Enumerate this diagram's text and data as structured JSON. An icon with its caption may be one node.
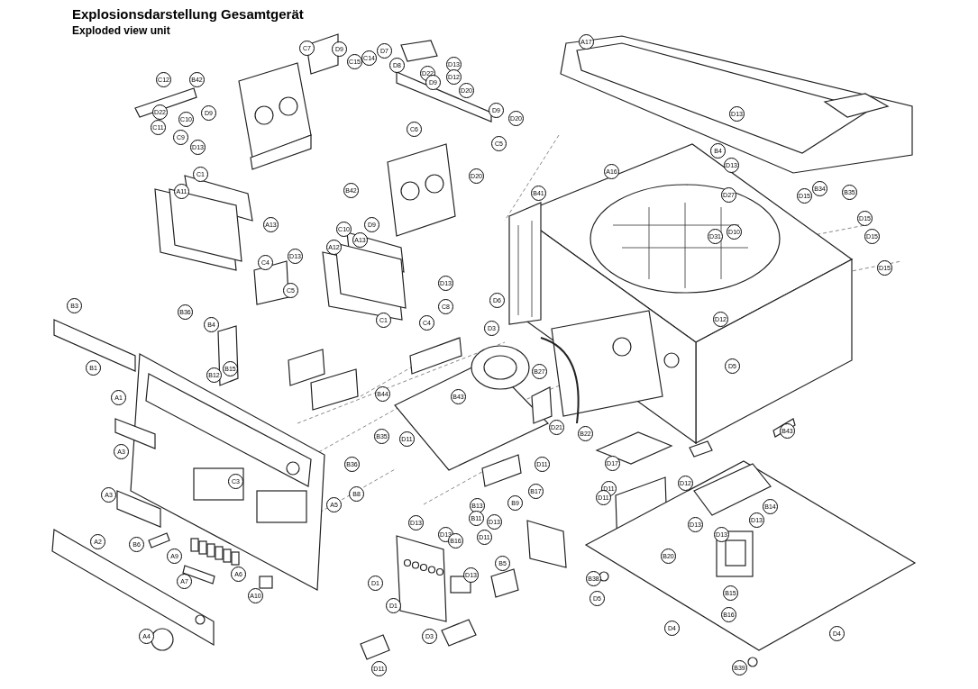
{
  "diagram": {
    "title": "Explosionsdarstellung Gesamtgerät",
    "labels": [
      "Exploded view unit",
      "A17",
      "C7",
      "D9",
      "D7",
      "C14",
      "C15",
      "D13",
      "D8",
      "D22",
      "D12",
      "C12",
      "B42",
      "D9",
      "D20",
      "D9",
      "D22",
      "D9",
      "D13",
      "D20",
      "C10",
      "C11",
      "C6",
      "C9",
      "C5",
      "D13",
      "B4",
      "D13",
      "A16",
      "C1",
      "D20",
      "B42",
      "B34",
      "A11",
      "B35",
      "B41",
      "D27",
      "D15",
      "D15",
      "A13",
      "D9",
      "C10",
      "D10",
      "D31",
      "D15",
      "A13",
      "A12",
      "D13",
      "C4",
      "D15",
      "D13",
      "C5",
      "D6",
      "B3",
      "C8",
      "B36",
      "D12",
      "C1",
      "C4",
      "B4",
      "D3",
      "D5",
      "B1",
      "B15",
      "B27",
      "B12",
      "B44",
      "B43",
      "A1",
      "D21",
      "B43",
      "B22",
      "B35",
      "D11",
      "A3",
      "D17",
      "D11",
      "B36",
      "D12",
      "C3",
      "D11",
      "B17",
      "B8",
      "A3",
      "D11",
      "B9",
      "A5",
      "B13",
      "B14",
      "B11",
      "D13",
      "D13",
      "D13",
      "D13",
      "D13",
      "D13",
      "D11",
      "B16",
      "A2",
      "B6",
      "B20",
      "A9",
      "B5",
      "A6",
      "D13",
      "B38",
      "A7",
      "D1",
      "B15",
      "A10",
      "D5",
      "D1",
      "B16",
      "D4",
      "D4",
      "A4",
      "D3",
      "B39",
      "D11"
    ]
  }
}
